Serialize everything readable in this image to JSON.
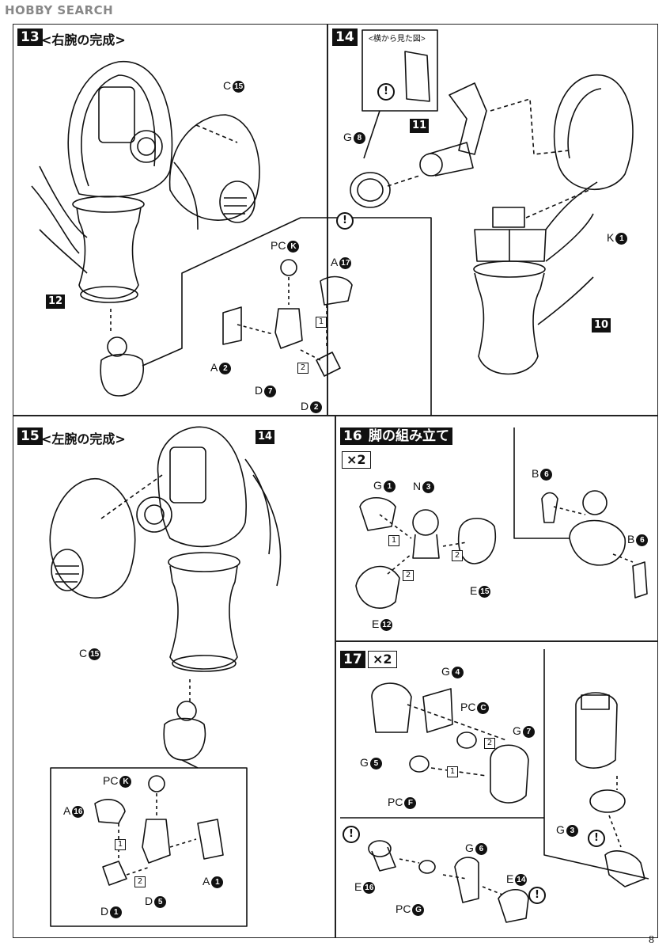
{
  "header": {
    "logo": "HOBBY SEARCH"
  },
  "page_number": "8",
  "step13": {
    "num": "13",
    "title": "<右腕の完成>",
    "labels": {
      "c15_letter": "C",
      "c15_num": "15",
      "p12": "12",
      "pck_letter": "PC",
      "pck_num": "K",
      "a17_letter": "A",
      "a17_num": "17",
      "a2_letter": "A",
      "a2_num": "2",
      "d7_letter": "D",
      "d7_num": "7",
      "d2_letter": "D",
      "d2_num": "2",
      "s1": "1",
      "s2": "2"
    }
  },
  "step14": {
    "num": "14",
    "callout": "<横から見た図>",
    "labels": {
      "g8_letter": "G",
      "g8_num": "8",
      "p11": "11",
      "k1_letter": "K",
      "k1_num": "1",
      "p10": "10"
    }
  },
  "step15": {
    "num": "15",
    "title": "<左腕の完成>",
    "labels": {
      "p14": "14",
      "c15_letter": "C",
      "c15_num": "15",
      "pck_letter": "PC",
      "pck_num": "K",
      "a16_letter": "A",
      "a16_num": "16",
      "a1_letter": "A",
      "a1_num": "1",
      "d1_letter": "D",
      "d1_num": "1",
      "d5_letter": "D",
      "d5_num": "5",
      "s1": "1",
      "s2": "2"
    }
  },
  "step16": {
    "num": "16",
    "title": "脚の組み立て",
    "x2": "×2",
    "labels": {
      "g1_letter": "G",
      "g1_num": "1",
      "n3_letter": "N",
      "n3_num": "3",
      "e15_letter": "E",
      "e15_num": "15",
      "e12_letter": "E",
      "e12_num": "12",
      "b6a_letter": "B",
      "b6a_num": "6",
      "b6b_letter": "B",
      "b6b_num": "6",
      "s1": "1",
      "s2a": "2",
      "s2b": "2"
    }
  },
  "step17": {
    "num": "17",
    "x2": "×2",
    "labels": {
      "g4_letter": "G",
      "g4_num": "4",
      "pcc_letter": "PC",
      "pcc_num": "C",
      "g7_letter": "G",
      "g7_num": "7",
      "g5_letter": "G",
      "g5_num": "5",
      "pcf_letter": "PC",
      "pcf_num": "F",
      "g3_letter": "G",
      "g3_num": "3",
      "e16_letter": "E",
      "e16_num": "16",
      "g6_letter": "G",
      "g6_num": "6",
      "pcg_letter": "PC",
      "pcg_num": "G",
      "e14_letter": "E",
      "e14_num": "14",
      "s1": "1",
      "s2": "2"
    }
  }
}
